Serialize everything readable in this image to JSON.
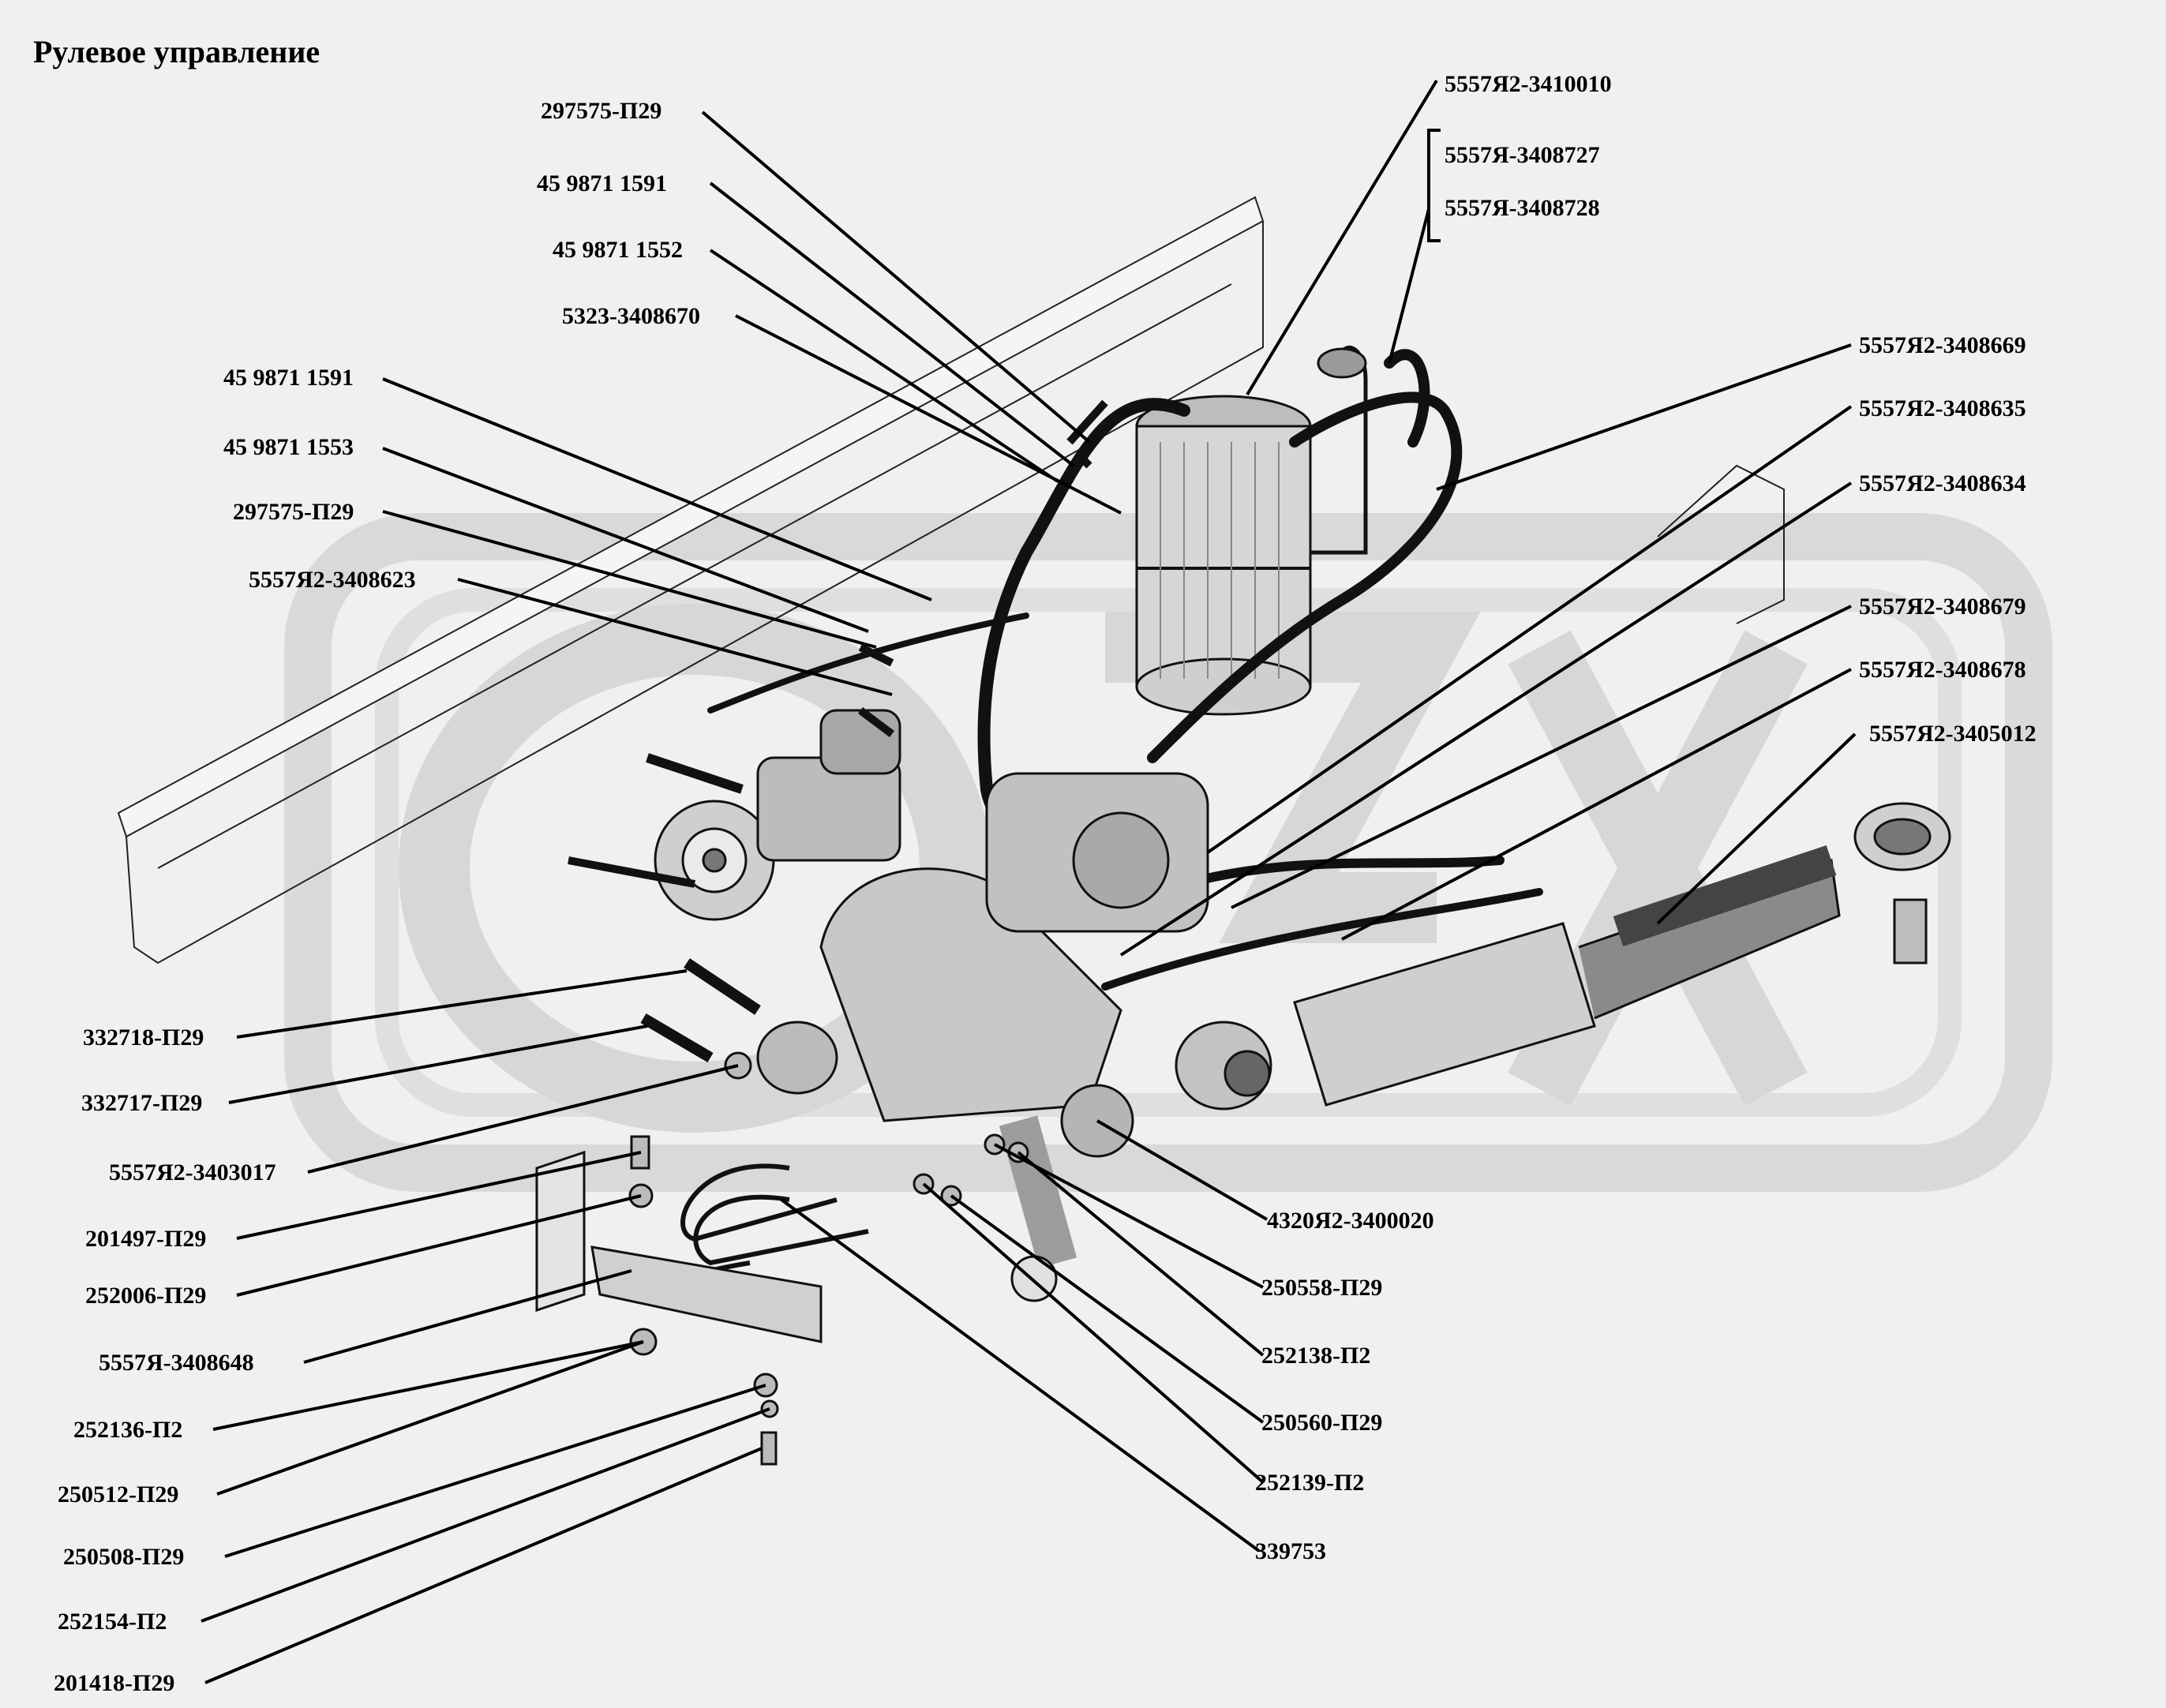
{
  "title": "Рулевое управление",
  "labels": {
    "l1": "297575-П29",
    "l2": "45 9871 1591",
    "l3": "45 9871 1552",
    "l4": "5323-3408670",
    "l5": "45 9871 1591",
    "l6": "45 9871 1553",
    "l7": "297575-П29",
    "l8": "5557Я2-3408623",
    "l9": "332718-П29",
    "l10": "332717-П29",
    "l11": "5557Я2-3403017",
    "l12": "201497-П29",
    "l13": "252006-П29",
    "l14": "5557Я-3408648",
    "l15": "252136-П2",
    "l16": "250512-П29",
    "l17": "250508-П29",
    "l18": "252154-П2",
    "l19": "201418-П29",
    "r1": "5557Я2-3410010",
    "r2": "5557Я-3408727",
    "r3": "5557Я-3408728",
    "r4": "5557Я2-3408669",
    "r5": "5557Я2-3408635",
    "r6": "5557Я2-3408634",
    "r7": "5557Я2-3408679",
    "r8": "5557Я2-3408678",
    "r9": "5557Я2-3405012",
    "b1": "4320Я2-3400020",
    "b2": "250558-П29",
    "b3": "252138-П2",
    "b4": "250560-П29",
    "b5": "252139-П2",
    "b6": "339753"
  }
}
